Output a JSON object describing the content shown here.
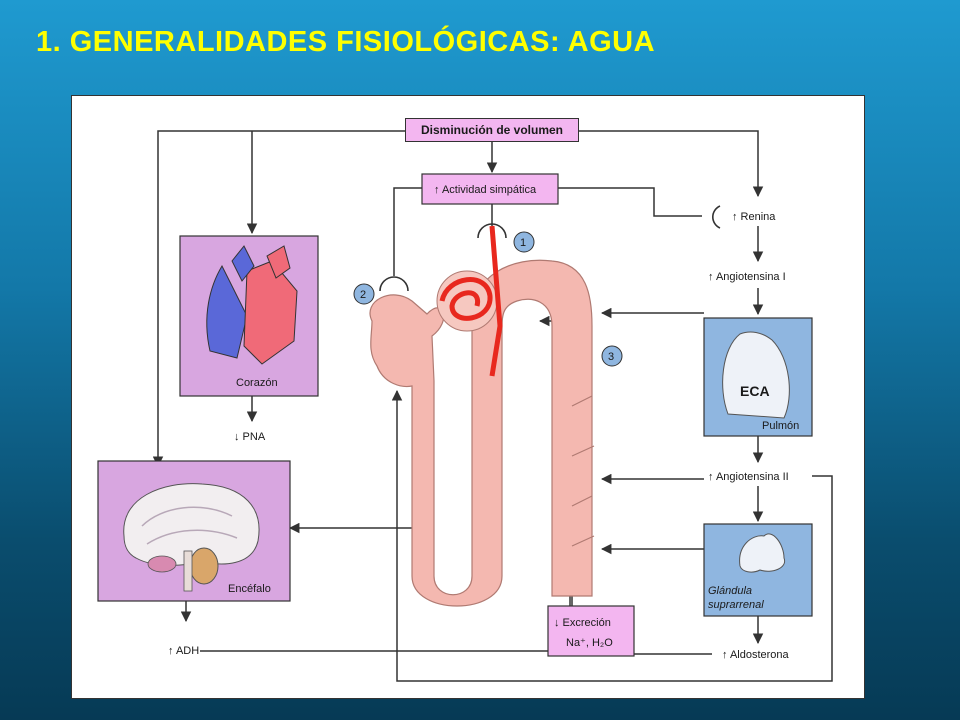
{
  "slide": {
    "title": "1. GENERALIDADES FISIOLÓGICAS: AGUA"
  },
  "diagram": {
    "top_label": "Disminución de volumen",
    "sympathetic": "↑ Actividad simpática",
    "renin": "↑ Renina",
    "angiotensin1": "↑ Angiotensina I",
    "angiotensin2": "↑ Angiotensina II",
    "aldosterone": "↑ Aldosterona",
    "heart_label": "Corazón",
    "pna": "↓ PNA",
    "brain_label": "Encéfalo",
    "adh": "↑ ADH",
    "lung_label": "Pulmón",
    "eca": "ECA",
    "adrenal_line1": "Glándula",
    "adrenal_line2": "suprarrenal",
    "excretion_line1": "↓ Excreción",
    "excretion_line2": "Na⁺, H₂O",
    "marker1": "1",
    "marker2": "2",
    "marker3": "3"
  },
  "colors": {
    "title": "#ffff00",
    "organ_box": "#d8a6e0",
    "nephron": "#f4b8b0",
    "artery": "#e8281e",
    "marker": "#8fb6e0"
  }
}
